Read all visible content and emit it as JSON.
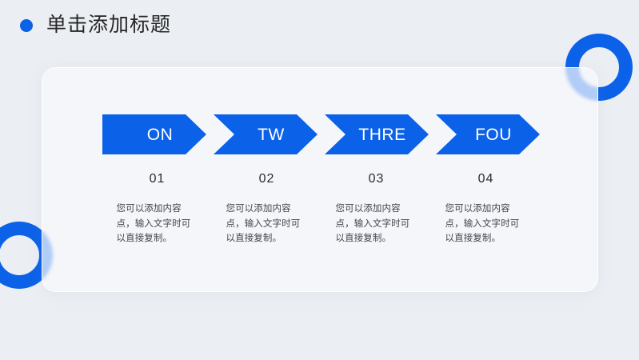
{
  "slide": {
    "background_color": "#ebeef3",
    "accent_color": "#0b61e8"
  },
  "header": {
    "bullet_icon": "blue-dot-icon",
    "title": "单击添加标题"
  },
  "card": {
    "fill_color": "#f8fafc",
    "border_color": "#ffffff"
  },
  "decor": {
    "rings": [
      {
        "name": "ring-top-right",
        "color": "#0b61e8"
      },
      {
        "name": "ring-bottom-left",
        "color": "#0b61e8"
      }
    ]
  },
  "process": {
    "steps": [
      {
        "label": "ON",
        "number": "01",
        "body": "您可以添加内容点，输入文字时可以直接复制。"
      },
      {
        "label": "TW",
        "number": "02",
        "body": "您可以添加内容点，输入文字时可以直接复制。"
      },
      {
        "label": "THRE",
        "number": "03",
        "body": "您可以添加内容点，输入文字时可以直接复制。"
      },
      {
        "label": "FOU",
        "number": "04",
        "body": "您可以添加内容点，输入文字时可以直接复制。"
      }
    ]
  }
}
